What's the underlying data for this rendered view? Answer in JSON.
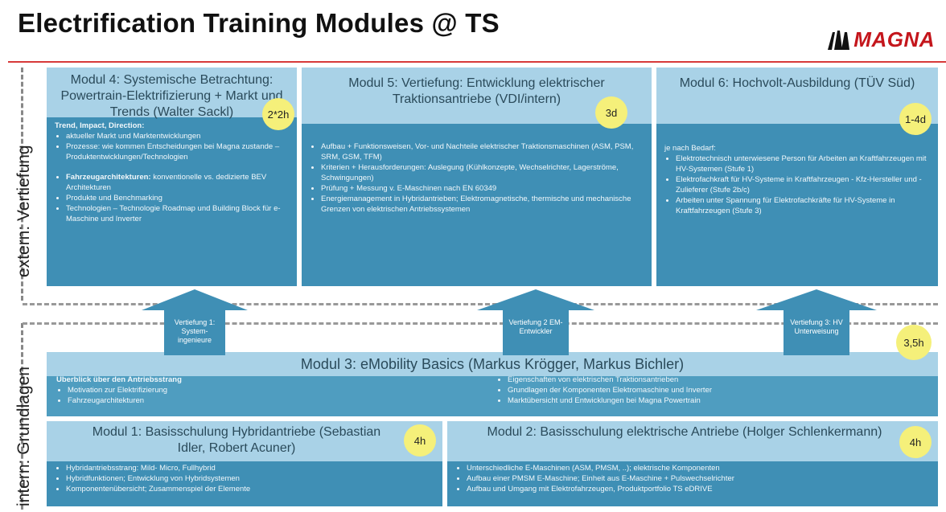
{
  "title": "Electrification Training Modules @ TS",
  "logo": {
    "text": "MAGNA",
    "color": "#c4161c"
  },
  "sections": {
    "extern": "extern: Vertiefung",
    "intern": "intern: Grundlagen"
  },
  "colors": {
    "box": "#3f8fb5",
    "header": "#a9d2e7",
    "badge": "#f5f07a",
    "redline": "#d73a3a"
  },
  "modul4": {
    "title": "Modul 4: Systemische Betrachtung: Powertrain-Elektrifizierung + Markt und Trends (Walter Sackl)",
    "duration": "2*2h",
    "intro": "Trend, Impact, Direction:",
    "items": [
      "aktueller Markt und Marktentwicklungen",
      "Prozesse: wie kommen Entscheidungen bei Magna zustande – Produktentwicklungen/Technologien"
    ],
    "arch_bold": "Fahrzeugarchitekturen:",
    "arch_rest": "konventionelle vs. dedizierte BEV Architekturen",
    "items2": [
      "Produkte und Benchmarking",
      "Technologien – Technologie Roadmap und Building Block für e-Maschine und Inverter"
    ]
  },
  "modul5": {
    "title": "Modul 5: Vertiefung: Entwicklung elektrischer Traktionsantriebe (VDI/intern)",
    "duration": "3d",
    "items": [
      "Aufbau + Funktionsweisen, Vor- und Nachteile elektrischer Traktionsmaschinen (ASM, PSM, SRM, GSM, TFM)",
      "Kriterien + Herausforderungen: Auslegung (Kühlkonzepte, Wechselrichter, Lagerströme, Schwingungen)",
      "Prüfung + Messung v. E-Maschinen nach EN 60349",
      "Energiemanagement in Hybridantrieben; Elektromagnetische, thermische und mechanische Grenzen von elektrischen Antriebssystemen"
    ]
  },
  "modul6": {
    "title": "Modul 6: Hochvolt-Ausbildung (TÜV Süd)",
    "duration": "1-4d",
    "intro": "je nach Bedarf:",
    "items": [
      "Elektrotechnisch unterwiesene Person für Arbeiten an Kraftfahrzeugen mit HV-Systemen (Stufe 1)",
      "Elektrofachkraft für HV-Systeme in Kraftfahrzeugen - Kfz-Hersteller und -Zulieferer (Stufe 2b/c)",
      "Arbeiten unter Spannung für Elektrofachkräfte für HV-Systeme in Kraftfahrzeugen (Stufe 3)"
    ]
  },
  "arrows": [
    {
      "label": "Vertiefung 1: System-ingenieure"
    },
    {
      "label": "Vertiefung 2 EM-Entwickler"
    },
    {
      "label": "Vertiefung 3: HV Unterweisung"
    }
  ],
  "modul3": {
    "title": "Modul 3: eMobility Basics (Markus Krögger, Markus Bichler)",
    "duration": "3,5h",
    "intro": "Überblick über den Antriebsstrang",
    "left": [
      "Motivation zur Elektrifizierung",
      "Fahrzeugarchitekturen"
    ],
    "right": [
      "Eigenschaften von elektrischen Traktionsantrieben",
      "Grundlagen der Komponenten Elektromaschine und Inverter",
      "Marktübersicht und Entwicklungen bei Magna Powertrain"
    ]
  },
  "modul1": {
    "title": "Modul 1: Basisschulung Hybridantriebe (Sebastian Idler, Robert Acuner)",
    "duration": "4h",
    "items": [
      "Hybridantriebsstrang: Mild- Micro, Fullhybrid",
      "Hybridfunktionen; Entwicklung von Hybridsystemen",
      "Komponentenübersicht; Zusammenspiel der Elemente"
    ]
  },
  "modul2": {
    "title": "Modul 2: Basisschulung elektrische Antriebe (Holger Schlenkermann)",
    "duration": "4h",
    "items": [
      "Unterschiedliche E-Maschinen (ASM, PMSM, ..); elektrische Komponenten",
      "Aufbau einer PMSM E-Maschine; Einheit aus E-Maschine + Pulswechselrichter",
      "Aufbau und Umgang mit Elektrofahrzeugen, Produktportfolio TS eDRIVE"
    ]
  }
}
